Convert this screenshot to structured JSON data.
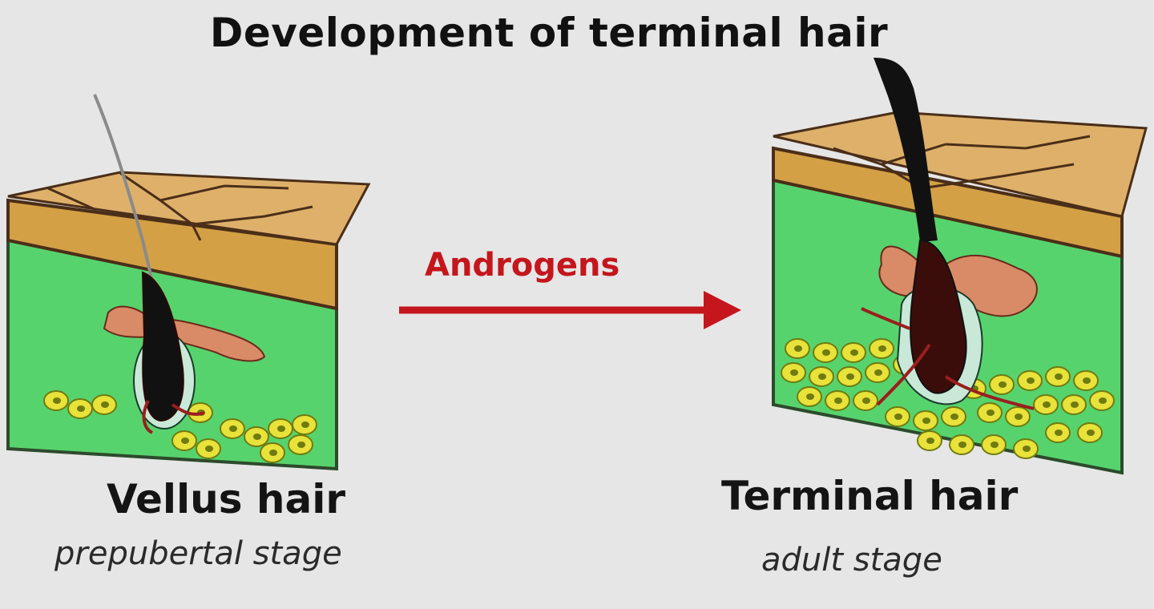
{
  "title": "Development of terminal hair",
  "arrow_label": "Androgens",
  "left_panel": {
    "label": "Vellus hair",
    "sublabel": "prepubertal stage"
  },
  "right_panel": {
    "label": "Terminal hair",
    "sublabel": "adult stage"
  },
  "colors": {
    "background": "#e6e6e6",
    "epidermis": "#d9ab63",
    "epidermis_edge": "#c58a2a",
    "dermis": "#57d36d",
    "fat_cells": "#e8e23a",
    "gland": "#d98a66",
    "hair": "#111111",
    "arrow": "#c4161c"
  }
}
